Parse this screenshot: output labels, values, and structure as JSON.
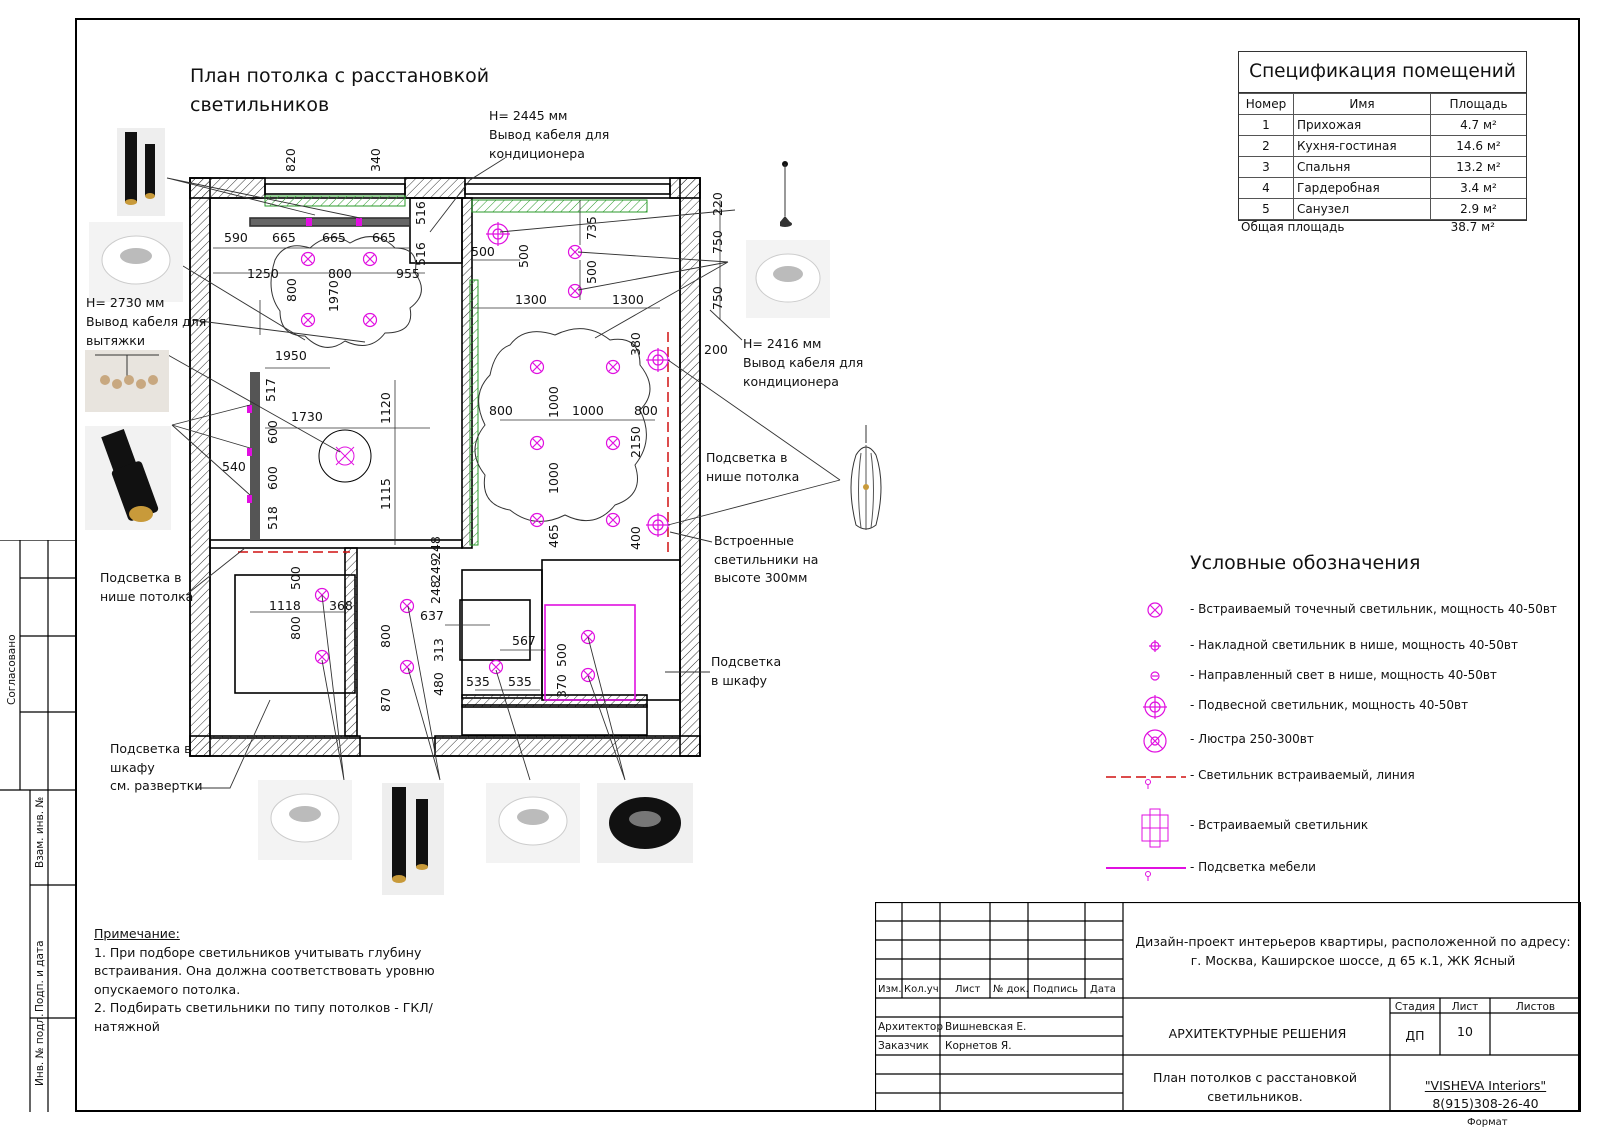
{
  "drawing": {
    "title_line1": "План потолка с расстановкой",
    "title_line2": "светильников"
  },
  "annotations": {
    "cable_top_h": "H= 2445 мм",
    "cable_top_text": "Вывод кабеля для\nкондиционера",
    "cable_left_h": "H= 2730 мм",
    "cable_left_text": "Вывод кабеля для\nвытяжки",
    "cable_right_h": "H= 2416 мм",
    "cable_right_text": "Вывод кабеля для\nкондиционера",
    "niche_right": "Подсветка в\nнише потолка",
    "niche_left": "Подсветка в\nнише потолка",
    "builtin_300": "Встроенные\nсветильники на\nвысоте 300мм",
    "wardrobe_right": "Подсветка\nв шкафу",
    "wardrobe_left": "Подсветка в\nшкафу\nсм. развертки"
  },
  "dimensions": {
    "d820": "820",
    "d340": "340",
    "d516a": "516",
    "d516b": "516",
    "d590": "590",
    "d665a": "665",
    "d665b": "665",
    "d665c": "665",
    "d1250": "1250",
    "d800a": "800",
    "d955": "955",
    "d800b": "800",
    "d1970": "1970",
    "d1950": "1950",
    "d517": "517",
    "d1730": "1730",
    "d1120": "1120",
    "d600a": "600",
    "d540": "540",
    "d600b": "600",
    "d1115": "1115",
    "d518": "518",
    "d500a": "500",
    "d500b": "500",
    "d735": "735",
    "d500c": "500",
    "d1300a": "1300",
    "d1300b": "1300",
    "d220": "220",
    "d750a": "750",
    "d750b": "750",
    "d200": "200",
    "d380": "380",
    "d800c": "800",
    "d1000a": "1000",
    "d1000b": "1000",
    "d800d": "800",
    "d2150": "2150",
    "d1000c": "1000",
    "d465": "465",
    "d400": "400",
    "d248a": "248",
    "d249": "249",
    "d248b": "248",
    "d637": "637",
    "d500d": "500",
    "d1118": "1118",
    "d368": "368",
    "d800e": "800",
    "d870": "870",
    "d313": "313",
    "d480": "480",
    "d535a": "535",
    "d535b": "535",
    "d567": "567",
    "d500e": "500",
    "d370": "370"
  },
  "spec": {
    "title": "Спецификация помещений",
    "headers": [
      "Номер",
      "Имя",
      "Площадь"
    ],
    "rows": [
      {
        "num": "1",
        "name": "Прихожая",
        "area": "4.7 м²"
      },
      {
        "num": "2",
        "name": "Кухня-гостиная",
        "area": "14.6 м²"
      },
      {
        "num": "3",
        "name": "Спальня",
        "area": "13.2 м²"
      },
      {
        "num": "4",
        "name": "Гардеробная",
        "area": "3.4 м²"
      },
      {
        "num": "5",
        "name": "Санузел",
        "area": "2.9 м²"
      }
    ],
    "total_label": "Общая площадь",
    "total_value": "38.7 м²"
  },
  "legend": {
    "title": "Условные обозначения",
    "items": [
      "- Встраиваемый точечный светильник, мощность 40-50вт",
      "- Накладной светильник в нише, мощность 40-50вт",
      "- Направленный свет в нише, мощность 40-50вт",
      "- Подвесной светильник, мощность 40-50вт",
      "- Люстра 250-300вт",
      "- Светильник встраиваемый, линия",
      "- Встраиваемый светильник",
      "- Подсветка мебели"
    ]
  },
  "note": {
    "heading": "Примечание:",
    "line1": "1. При подборе светильников учитывать глубину встраивания. Она должна соответствовать уровню опускаемого  потолка.",
    "line2": "2. Подбирать светильники по типу потолков - ГКЛ/натяжной"
  },
  "stamp": {
    "h_izm": "Изм.",
    "h_kol": "Кол.уч",
    "h_list": "Лист",
    "h_doc": "№ док.",
    "h_sign": "Подпись",
    "h_date": "Дата",
    "project": "Дизайн-проект интерьеров квартиры, расположенной по адресу: г. Москва, Каширское шоссе, д 65 к.1, ЖК Ясный",
    "role_architect": "Архитектор",
    "name_architect": "Вишневская Е.",
    "role_client": "Заказчик",
    "name_client": "Корнетов Я.",
    "section": "АРХИТЕКТУРНЫЕ РЕШЕНИЯ",
    "h_stage": "Стадия",
    "h_sheet": "Лист",
    "h_sheets": "Листов",
    "stage": "ДП",
    "sheet": "10",
    "sheets": "",
    "sheet_title": "План потолков с расстановкой светильников.",
    "company": "\"VISHEVA Interiors\"",
    "phone": "8(915)308-26-40",
    "format": "Формат"
  },
  "sidebar": {
    "agreed": "Согласовано",
    "inv_vzam": "Взам. инв. №",
    "sign_date": "Подп. и дата",
    "inv_podl": "Инв. № подл."
  },
  "colors": {
    "accent": "#e010e0",
    "red": "#d01010",
    "green": "#2a9a2a"
  }
}
